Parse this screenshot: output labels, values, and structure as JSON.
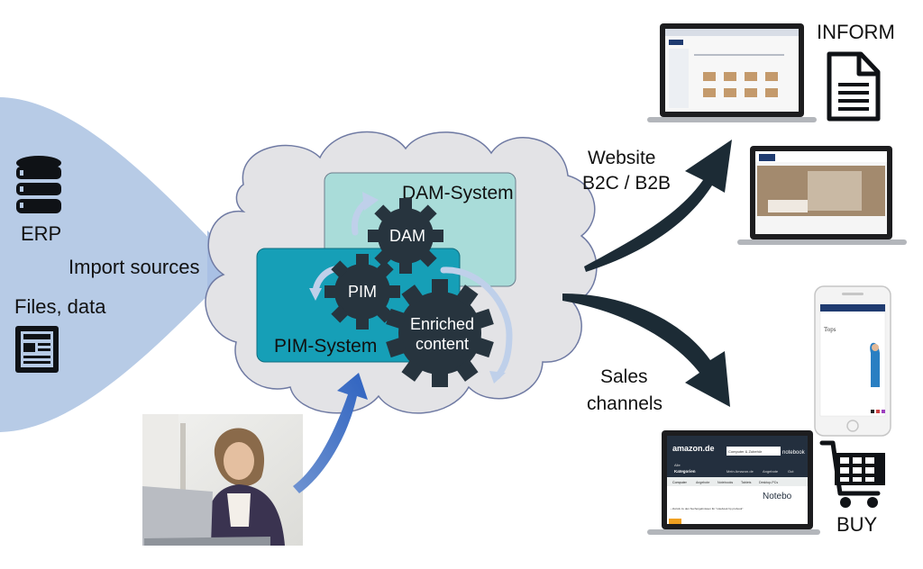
{
  "labels": {
    "erp": "ERP",
    "import_sources": "Import sources",
    "files_data": "Files, data",
    "dam_system": "DAM-System",
    "pim_system": "PIM-System",
    "gear_dam": "DAM",
    "gear_pim": "PIM",
    "gear_enriched_1": "Enriched",
    "gear_enriched_2": "content",
    "website_1": "Website",
    "website_2": "B2C / B2B",
    "sales_1": "Sales",
    "sales_2": "channels",
    "inform": "INFORM",
    "buy": "BUY"
  },
  "screens": {
    "amazon_logo": "amazon.de",
    "amazon_search_category": "Computer & Zubehör",
    "amazon_search_text": "notebook",
    "amazon_nav_1": "Alle",
    "amazon_nav_2": "Kategorien",
    "amazon_nav_3": "Mein Amazon.de",
    "amazon_nav_4": "Angebote",
    "amazon_nav_5": "Gut",
    "amazon_tab_1": "Computer",
    "amazon_tab_2": "Angebote",
    "amazon_tab_3": "Notebooks",
    "amazon_tab_4": "Tablets",
    "amazon_tab_5": "Desktop-PCs",
    "amazon_heading": "Notebo",
    "amazon_back_link": "‹ Zurück zu den Suchergebnissen für \"notebook hp probook\"",
    "phone_title": "Tops"
  },
  "colors": {
    "import_funnel": "#b7cbe6",
    "cloud_fill": "#e3e3e6",
    "cloud_stroke": "#6f7aa3",
    "dam_box": "#a9dcd9",
    "pim_box": "#169fb7",
    "gear": "#27343e",
    "arrow_dark": "#1c2b35",
    "arrow_blue": "#4a78c4",
    "cycle_arrow": "#bfd0ea"
  }
}
